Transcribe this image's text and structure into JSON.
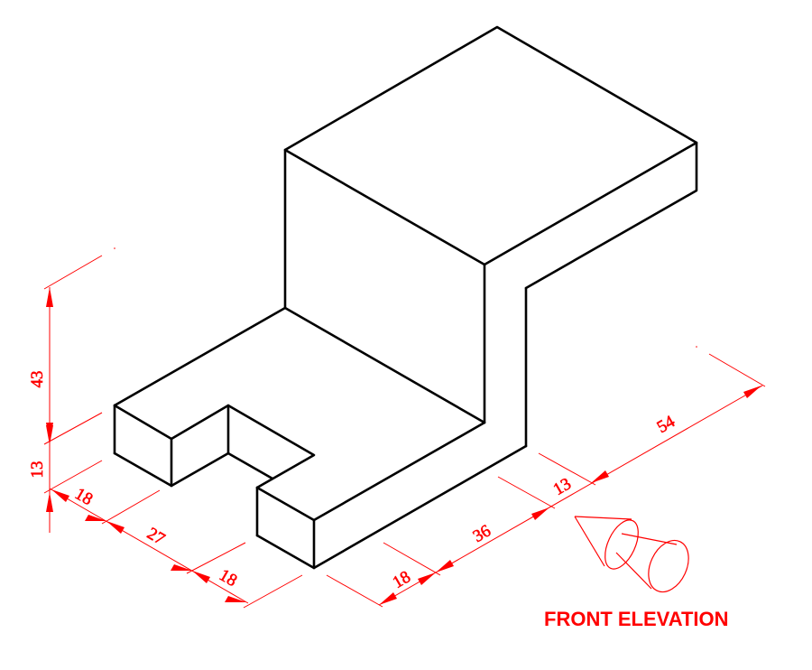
{
  "drawing": {
    "type": "isometric-view",
    "caption": "FRONT ELEVATION",
    "line_color": "#000000",
    "dimension_color": "#ff0000",
    "view_direction_symbol": "viewing-arrow-cone"
  },
  "dimensions": {
    "vertical_upper": "43",
    "vertical_lower": "13",
    "left_width_1": "18",
    "left_width_2": "27",
    "left_width_3": "18",
    "right_length_1": "18",
    "right_length_2": "36",
    "right_length_3": "13",
    "right_length_4": "54"
  }
}
